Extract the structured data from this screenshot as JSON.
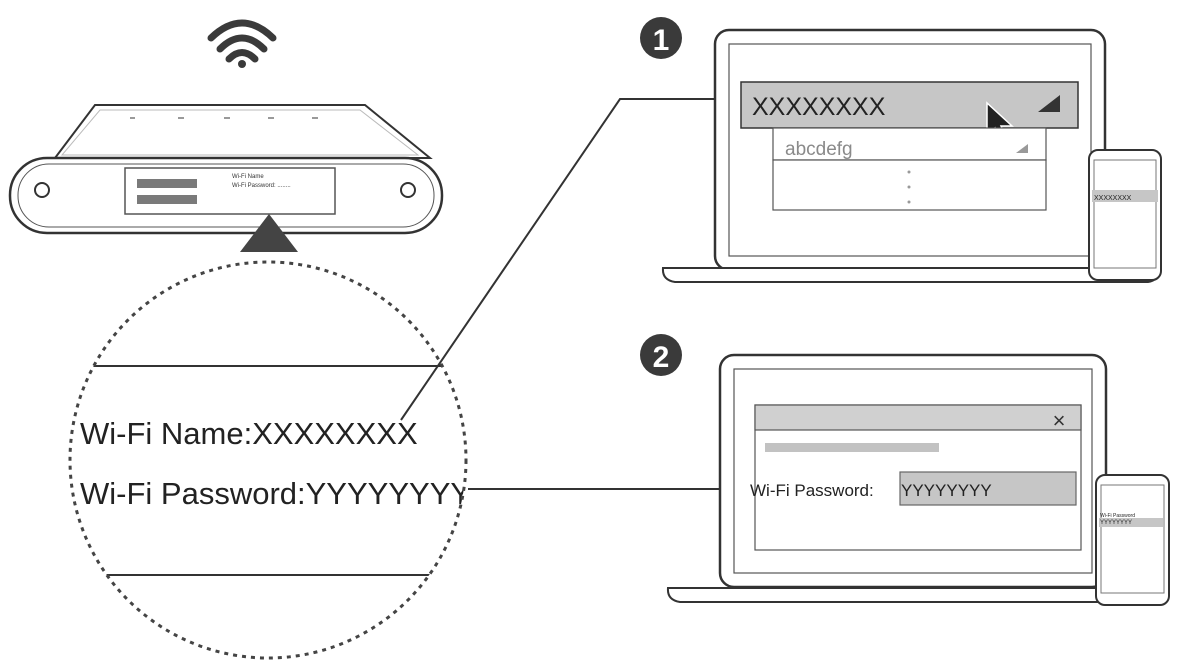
{
  "router": {
    "label_line1": "Wi-Fi Name",
    "label_line2": "Wi-Fi Password: ........"
  },
  "zoom": {
    "name_text": "Wi-Fi Name:XXXXXXXX",
    "password_text": "Wi-Fi Password:YYYYYYYY"
  },
  "step1": {
    "number": "1",
    "selected_network": "XXXXXXXX",
    "other_network": "abcdefg",
    "more_indicator": "⋮",
    "phone_network": "XXXXXXXX"
  },
  "step2": {
    "number": "2",
    "close_glyph": "×",
    "password_label": "Wi-Fi Password:",
    "password_value": "YYYYYYYY",
    "phone_label": "Wi-Fi Password",
    "phone_value": "YYYYYYYY"
  },
  "colors": {
    "line": "#333333",
    "dark": "#3a3a3a",
    "highlight": "#cfcfcf",
    "selected_row": "#c6c6c6",
    "text": "#222222",
    "muted": "#8a8a8a"
  }
}
